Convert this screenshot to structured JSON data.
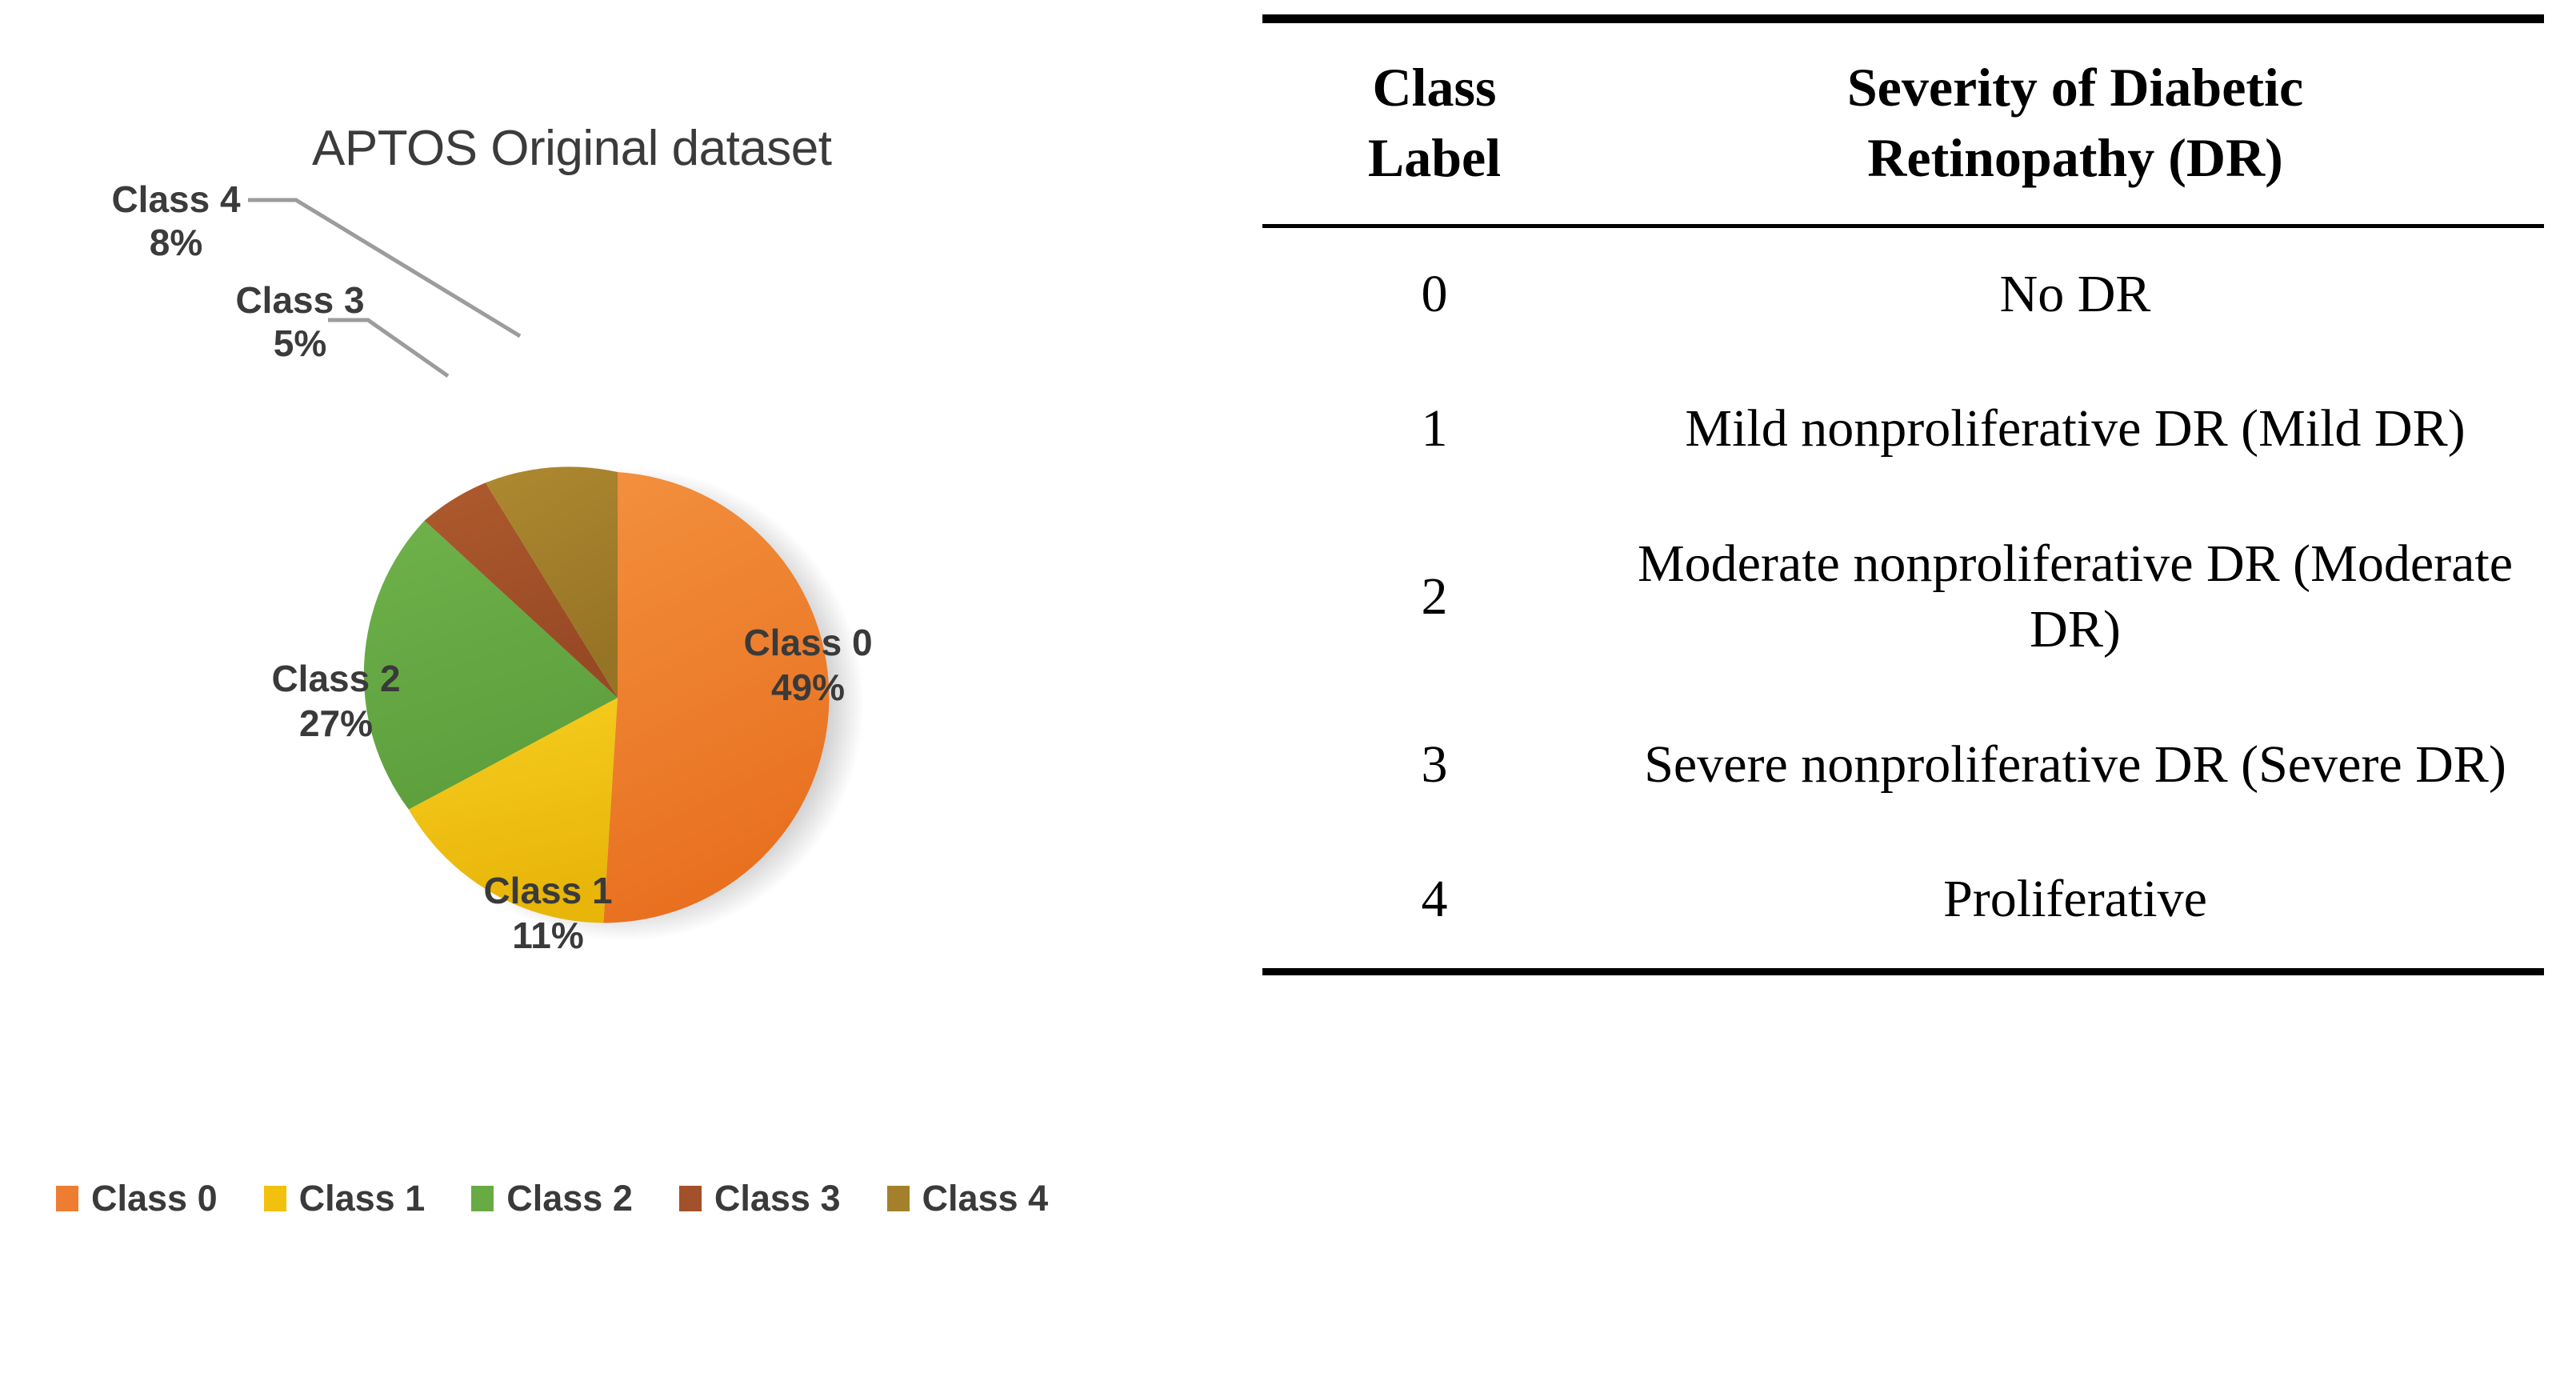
{
  "chart_data": {
    "type": "pie",
    "title": "APTOS Original dataset",
    "categories": [
      "Class 0",
      "Class 1",
      "Class 2",
      "Class 3",
      "Class 4"
    ],
    "values": [
      49,
      11,
      27,
      5,
      8
    ],
    "value_suffix": "%",
    "colors": [
      "#ED7D31",
      "#F2C10E",
      "#68AB45",
      "#A3512A",
      "#A5802C"
    ],
    "legend_position": "bottom",
    "grid": false,
    "start_angle_deg": 0,
    "direction": "clockwise",
    "slice_labels": [
      {
        "name": "Class 0",
        "percent": "49%",
        "placement": "inside"
      },
      {
        "name": "Class 1",
        "percent": "11%",
        "placement": "inside"
      },
      {
        "name": "Class 2",
        "percent": "27%",
        "placement": "inside"
      },
      {
        "name": "Class 3",
        "percent": "5%",
        "placement": "callout"
      },
      {
        "name": "Class 4",
        "percent": "8%",
        "placement": "callout"
      }
    ]
  },
  "chart": {
    "title": "APTOS Original dataset",
    "callouts": [
      {
        "name": "Class 4",
        "percent": "8%"
      },
      {
        "name": "Class 3",
        "percent": "5%"
      }
    ],
    "inside_labels": [
      {
        "name": "Class 0",
        "percent": "49%"
      },
      {
        "name": "Class 2",
        "percent": "27%"
      },
      {
        "name": "Class 1",
        "percent": "11%"
      }
    ],
    "legend": [
      {
        "label": "Class 0",
        "color": "#ED7D31"
      },
      {
        "label": "Class 1",
        "color": "#F2C10E"
      },
      {
        "label": "Class 2",
        "color": "#68AB45"
      },
      {
        "label": "Class 3",
        "color": "#A3512A"
      },
      {
        "label": "Class 4",
        "color": "#A5802C"
      }
    ]
  },
  "table": {
    "headers": {
      "class_label": "Class\nLabel",
      "class_label_line1": "Class",
      "class_label_line2": "Label",
      "severity": "Severity of Diabetic Retinopathy (DR)",
      "severity_line1": "Severity of Diabetic",
      "severity_line2": "Retinopathy (DR)"
    },
    "rows": [
      {
        "label": "0",
        "severity": "No DR"
      },
      {
        "label": "1",
        "severity": "Mild nonproliferative DR (Mild DR)"
      },
      {
        "label": "2",
        "severity": "Moderate nonproliferative DR (Moderate DR)"
      },
      {
        "label": "3",
        "severity": "Severe nonproliferative DR (Severe DR)"
      },
      {
        "label": "4",
        "severity": "Proliferative"
      }
    ]
  }
}
